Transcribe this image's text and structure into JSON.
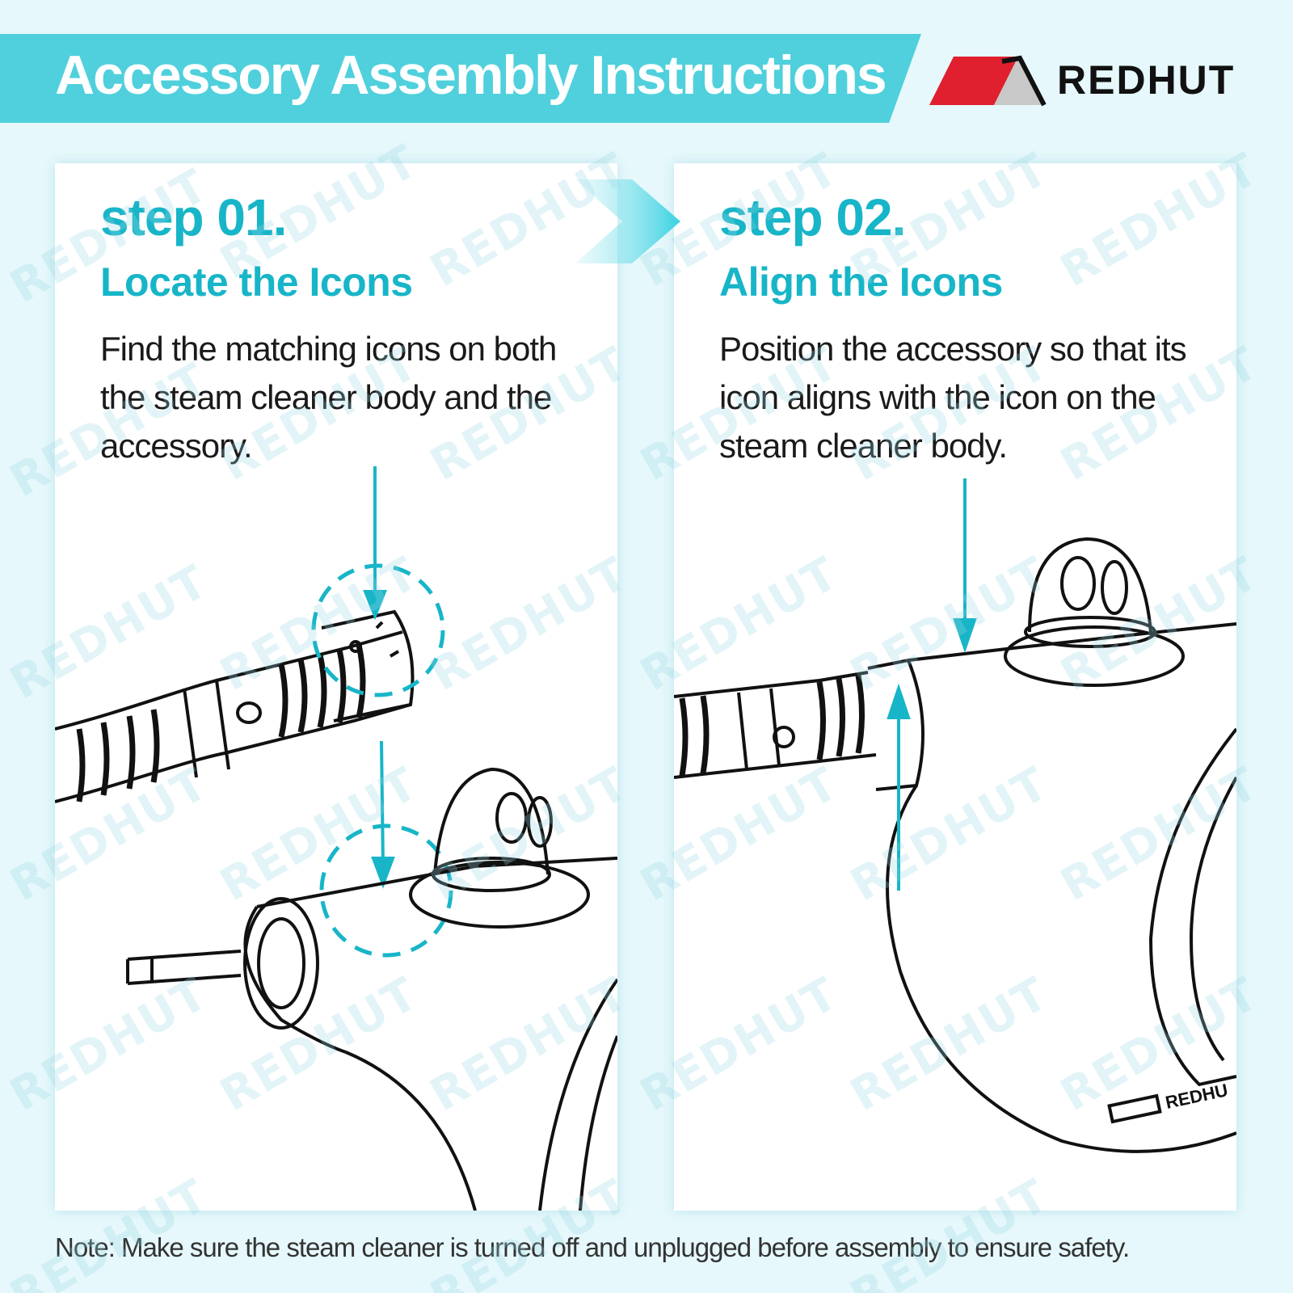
{
  "header": {
    "title": "Accessory Assembly Instructions",
    "brand": "REDHUT"
  },
  "steps": [
    {
      "number": "step 01.",
      "title": "Locate the Icons",
      "description": "Find the matching icons on both the steam cleaner body and the accessory."
    },
    {
      "number": "step 02.",
      "title": "Align the Icons",
      "description": "Position the accessory so that its icon aligns with the icon on the steam cleaner body."
    }
  ],
  "note": "Note: Make sure the steam cleaner is turned off and unplugged before assembly to ensure safety.",
  "watermark": "REDHUT",
  "product_badge": "REDHU",
  "colors": {
    "accent": "#18b5c8",
    "header_bar": "#4fd0dc",
    "background": "#e6f8fb",
    "logo_red": "#e0202e",
    "logo_gray": "#c8c8c8"
  },
  "icons": [
    "logo-mark-icon",
    "flow-arrow-icon",
    "indicator-arrow-icon",
    "dashed-circle-icon"
  ]
}
